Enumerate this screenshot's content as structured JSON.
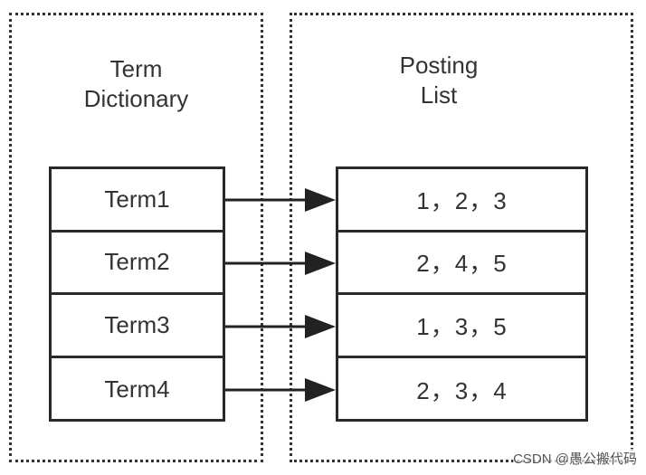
{
  "left_panel": {
    "title_line1": "Term",
    "title_line2": "Dictionary",
    "terms": [
      "Term1",
      "Term2",
      "Term3",
      "Term4"
    ]
  },
  "right_panel": {
    "title_line1": "Posting",
    "title_line2": "List",
    "postings": [
      "1，2，3",
      "2，4，5",
      "1，3，5",
      "2，3，4"
    ]
  },
  "watermark": "CSDN @愚公搬代码"
}
